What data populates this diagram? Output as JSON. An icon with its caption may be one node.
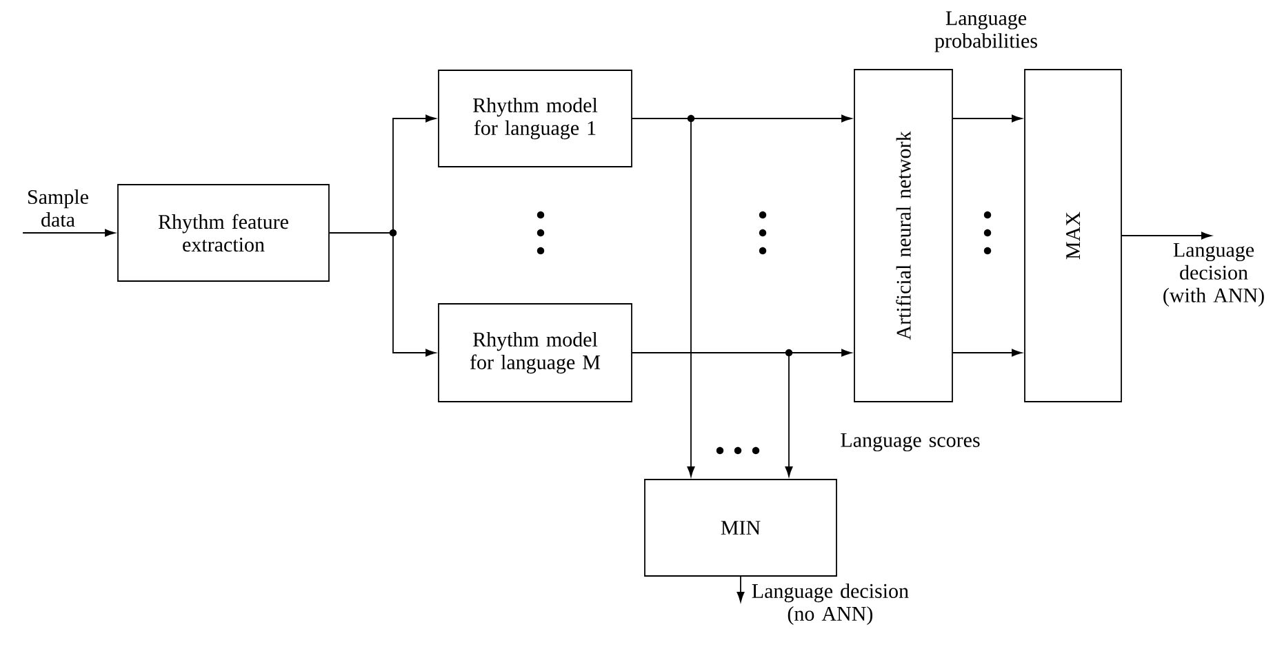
{
  "diagram": {
    "nodes": [
      {
        "text": [
          "Sample data"
        ]
      },
      {
        "text": [
          "Rhythm feature extraction"
        ]
      },
      {
        "text": [
          "Rhythm model for language 1"
        ]
      },
      {
        "text": [
          "Rhythm model for language M"
        ]
      },
      {
        "text": [
          "Artificial neural network"
        ]
      },
      {
        "text": [
          "MAX"
        ]
      },
      {
        "text": [
          "MIN"
        ]
      },
      {
        "text": [
          "Language decision (with ANN)"
        ]
      },
      {
        "text": [
          "Language decision (no ANN)"
        ]
      }
    ],
    "edges": [
      {
        "from": 0,
        "to": 1,
        "arrow": "to"
      },
      {
        "from": 1,
        "to": 2,
        "arrow": "to"
      },
      {
        "from": 1,
        "to": 3,
        "arrow": "to"
      },
      {
        "from": 2,
        "to": 4,
        "arrow": "to"
      },
      {
        "from": 3,
        "to": 4,
        "arrow": "to"
      },
      {
        "from": 2,
        "to": 6,
        "arrow": "to"
      },
      {
        "from": 3,
        "to": 6,
        "arrow": "to"
      },
      {
        "from": 4,
        "to": 5,
        "arrow": "to"
      },
      {
        "from": 4,
        "to": 5,
        "arrow": "to"
      },
      {
        "from": 5,
        "to": 7,
        "arrow": "to"
      },
      {
        "from": 6,
        "to": 8,
        "arrow": "to"
      }
    ],
    "labels": [
      "Language probabilities",
      "Language scores"
    ]
  }
}
